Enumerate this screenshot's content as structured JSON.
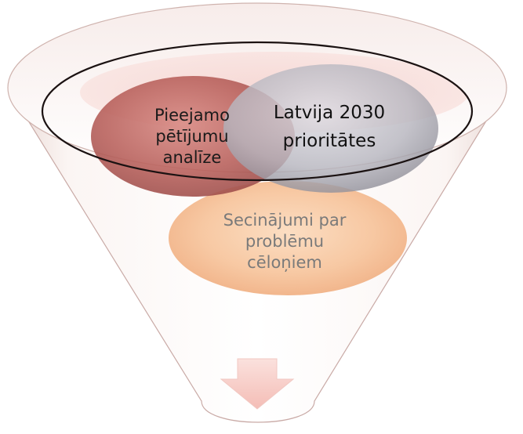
{
  "funnel": {
    "stages": [
      {
        "id": "research",
        "lines": [
          "Pieejamo",
          "pētījumu",
          "analīze"
        ],
        "color": "#b04848"
      },
      {
        "id": "priorities",
        "lines": [
          "Latvija 2030",
          "prioritātes"
        ],
        "color": "#8d8d96"
      },
      {
        "id": "conclusions",
        "lines": [
          "Secinājumi par",
          "problēmu",
          "cēloņiem"
        ],
        "color": "#f0a870"
      }
    ],
    "funnel_tint": "#f3e6e3",
    "arrow_color": "#f6c6c0"
  }
}
